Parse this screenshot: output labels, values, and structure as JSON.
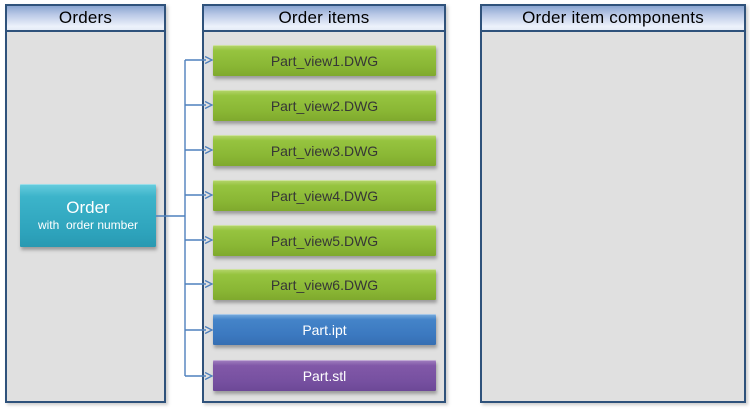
{
  "left_panel": {
    "title": "Orders",
    "order_box": {
      "title": "Order",
      "subtitle": "with  order number"
    }
  },
  "middle_panel": {
    "title": "Order items",
    "items": [
      {
        "label": "Part_view1.DWG",
        "color": "#8CBA38"
      },
      {
        "label": "Part_view2.DWG",
        "color": "#8CBA38"
      },
      {
        "label": "Part_view3.DWG",
        "color": "#8CBA38"
      },
      {
        "label": "Part_view4.DWG",
        "color": "#8CBA38"
      },
      {
        "label": "Part_view5.DWG",
        "color": "#8CBA38"
      },
      {
        "label": "Part_view6.DWG",
        "color": "#8CBA38"
      },
      {
        "label": "Part.ipt",
        "color": "#3D7CC2"
      },
      {
        "label": "Part.stl",
        "color": "#7B57A3"
      }
    ]
  },
  "right_panel": {
    "title": "Order item components"
  },
  "colors": {
    "panel_border": "#2F527B",
    "panel_body": "#E0E0E0",
    "header_gradient_top": "#8AA5D1",
    "header_gradient_bottom": "#EDF2FB",
    "order_box_teal": "#35AEC6",
    "connector_blue": "#4F81BD"
  }
}
